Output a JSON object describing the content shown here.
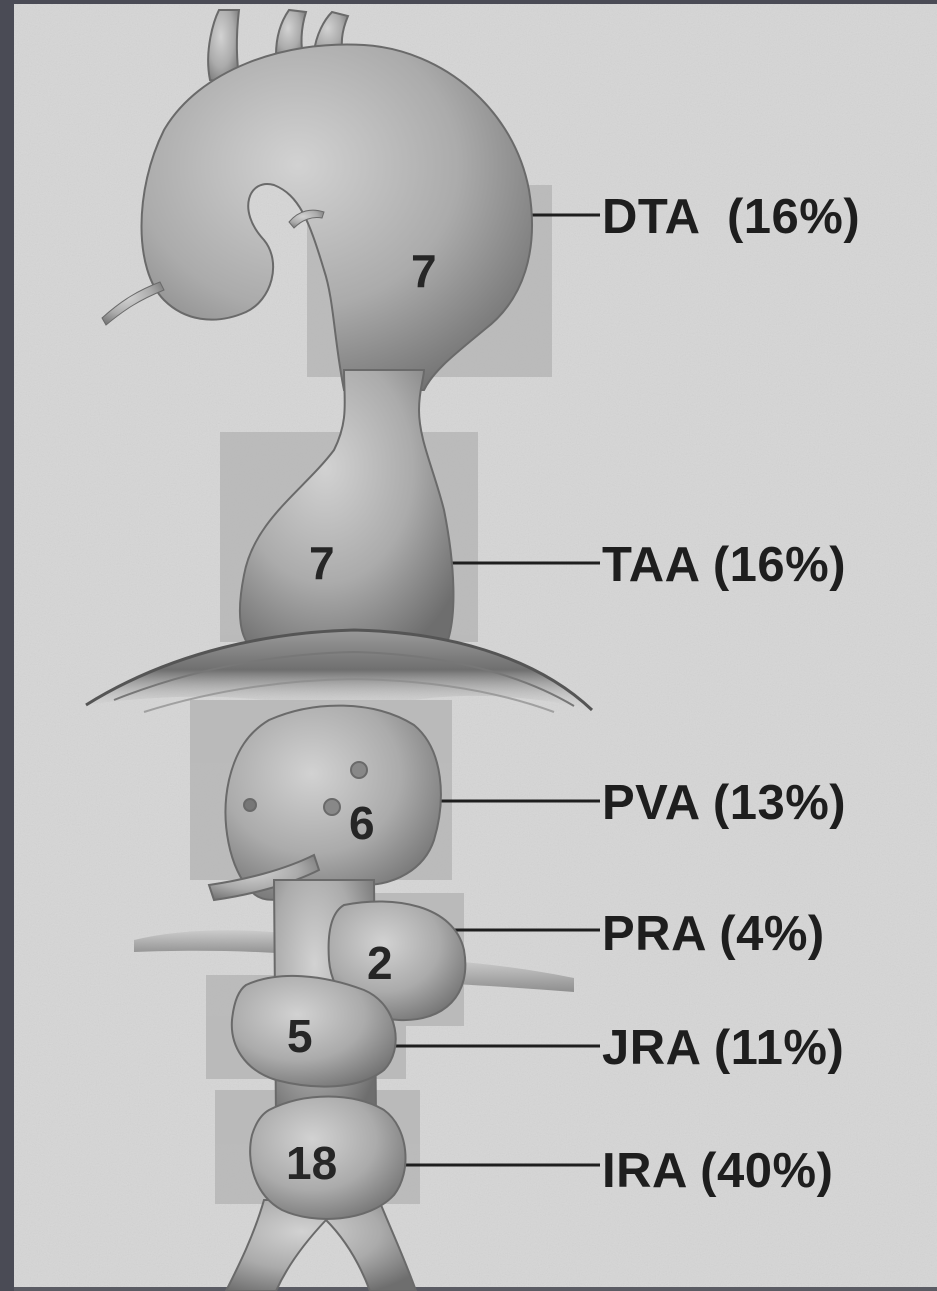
{
  "regions": [
    {
      "abbr": "DTA",
      "percent": "16%",
      "label": "DTA  (16%)",
      "count": "7"
    },
    {
      "abbr": "TAA",
      "percent": "16%",
      "label": "TAA (16%)",
      "count": "7"
    },
    {
      "abbr": "PVA",
      "percent": "13%",
      "label": "PVA (13%)",
      "count": "6"
    },
    {
      "abbr": "PRA",
      "percent": "4%",
      "label": "PRA (4%)",
      "count": "2"
    },
    {
      "abbr": "JRA",
      "percent": "11%",
      "label": "JRA (11%)",
      "count": "5"
    },
    {
      "abbr": "IRA",
      "percent": "40%",
      "label": "IRA (40%)",
      "count": "18"
    }
  ],
  "colors": {
    "background_panel": "#d6d6d6",
    "region_box": "#b9b9b9",
    "aorta": "#a9a9a9",
    "diaphragm": "#8c8c8c",
    "text": "#1e1e1e",
    "frame": "#4a4b55"
  }
}
